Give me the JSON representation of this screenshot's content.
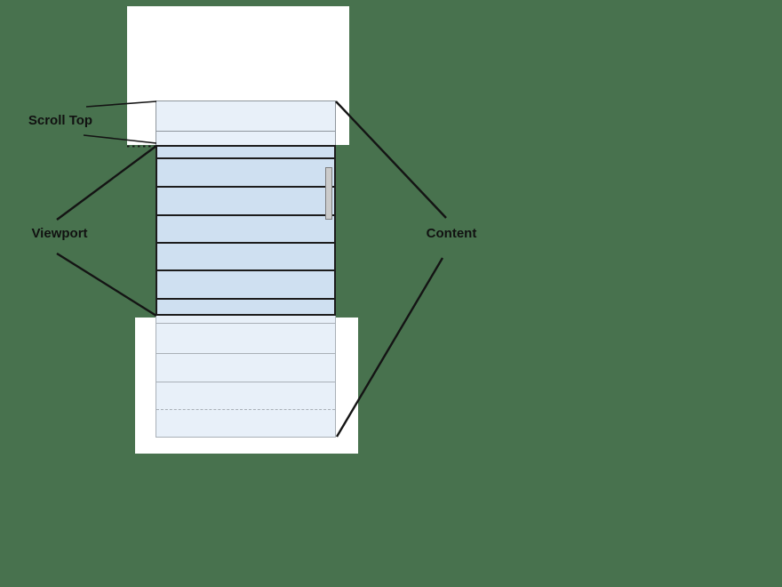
{
  "labels": {
    "scroll_top": "Scroll Top",
    "viewport": "Viewport",
    "content": "Content"
  },
  "diagram": {
    "type": "scroll-anatomy-diagram",
    "parts": [
      "content stack of list rows",
      "viewport band",
      "scroll-top offset",
      "scrollbar thumb"
    ],
    "rows_above_viewport": 2,
    "rows_in_viewport": 7,
    "rows_below_viewport": 4,
    "scrollbar_thumb": "vertical grey thumb near right edge of viewport"
  },
  "colors": {
    "bg": "#48724e",
    "panel": "#ffffff",
    "row-blue": "#cfe0f1",
    "row-light": "#e8f0f9",
    "line-dark": "#1c1c1c",
    "line-grey": "#8f969d",
    "line-grey-light": "#a9b0b7",
    "scroll-fill": "#cbcbcb",
    "scroll-border": "#7d7d7d",
    "text": "#111111"
  }
}
